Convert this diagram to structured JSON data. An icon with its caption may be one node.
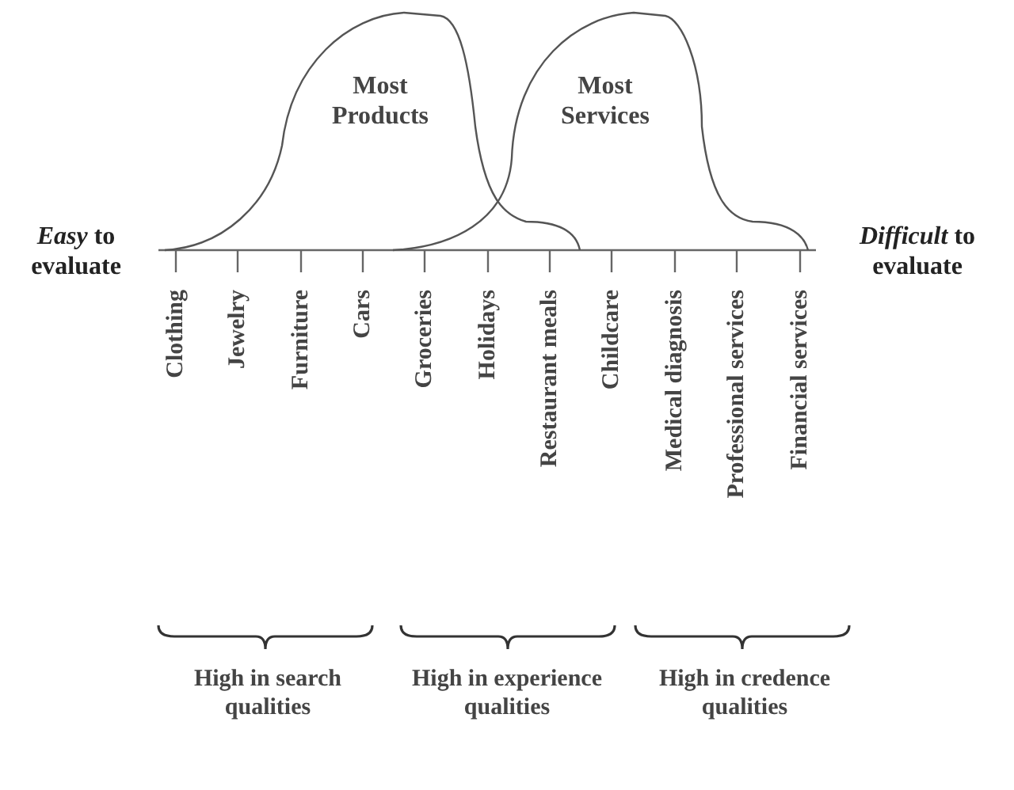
{
  "diagram": {
    "nodes": [
      {
        "text": [
          "Most Products"
        ]
      },
      {
        "text": [
          "Most Services"
        ]
      }
    ],
    "labels": [
      "*Easy* to evaluate",
      "*Difficult* to evaluate",
      "Clothing",
      "Jewelry",
      "Furniture",
      "Cars",
      "Groceries",
      "Holidays",
      "Restaurant meals",
      "Childcare",
      "Medical diagnosis",
      "Professional services",
      "Financial services",
      "High in search qualities",
      "High in experience qualities",
      "High in credence qualities"
    ]
  }
}
